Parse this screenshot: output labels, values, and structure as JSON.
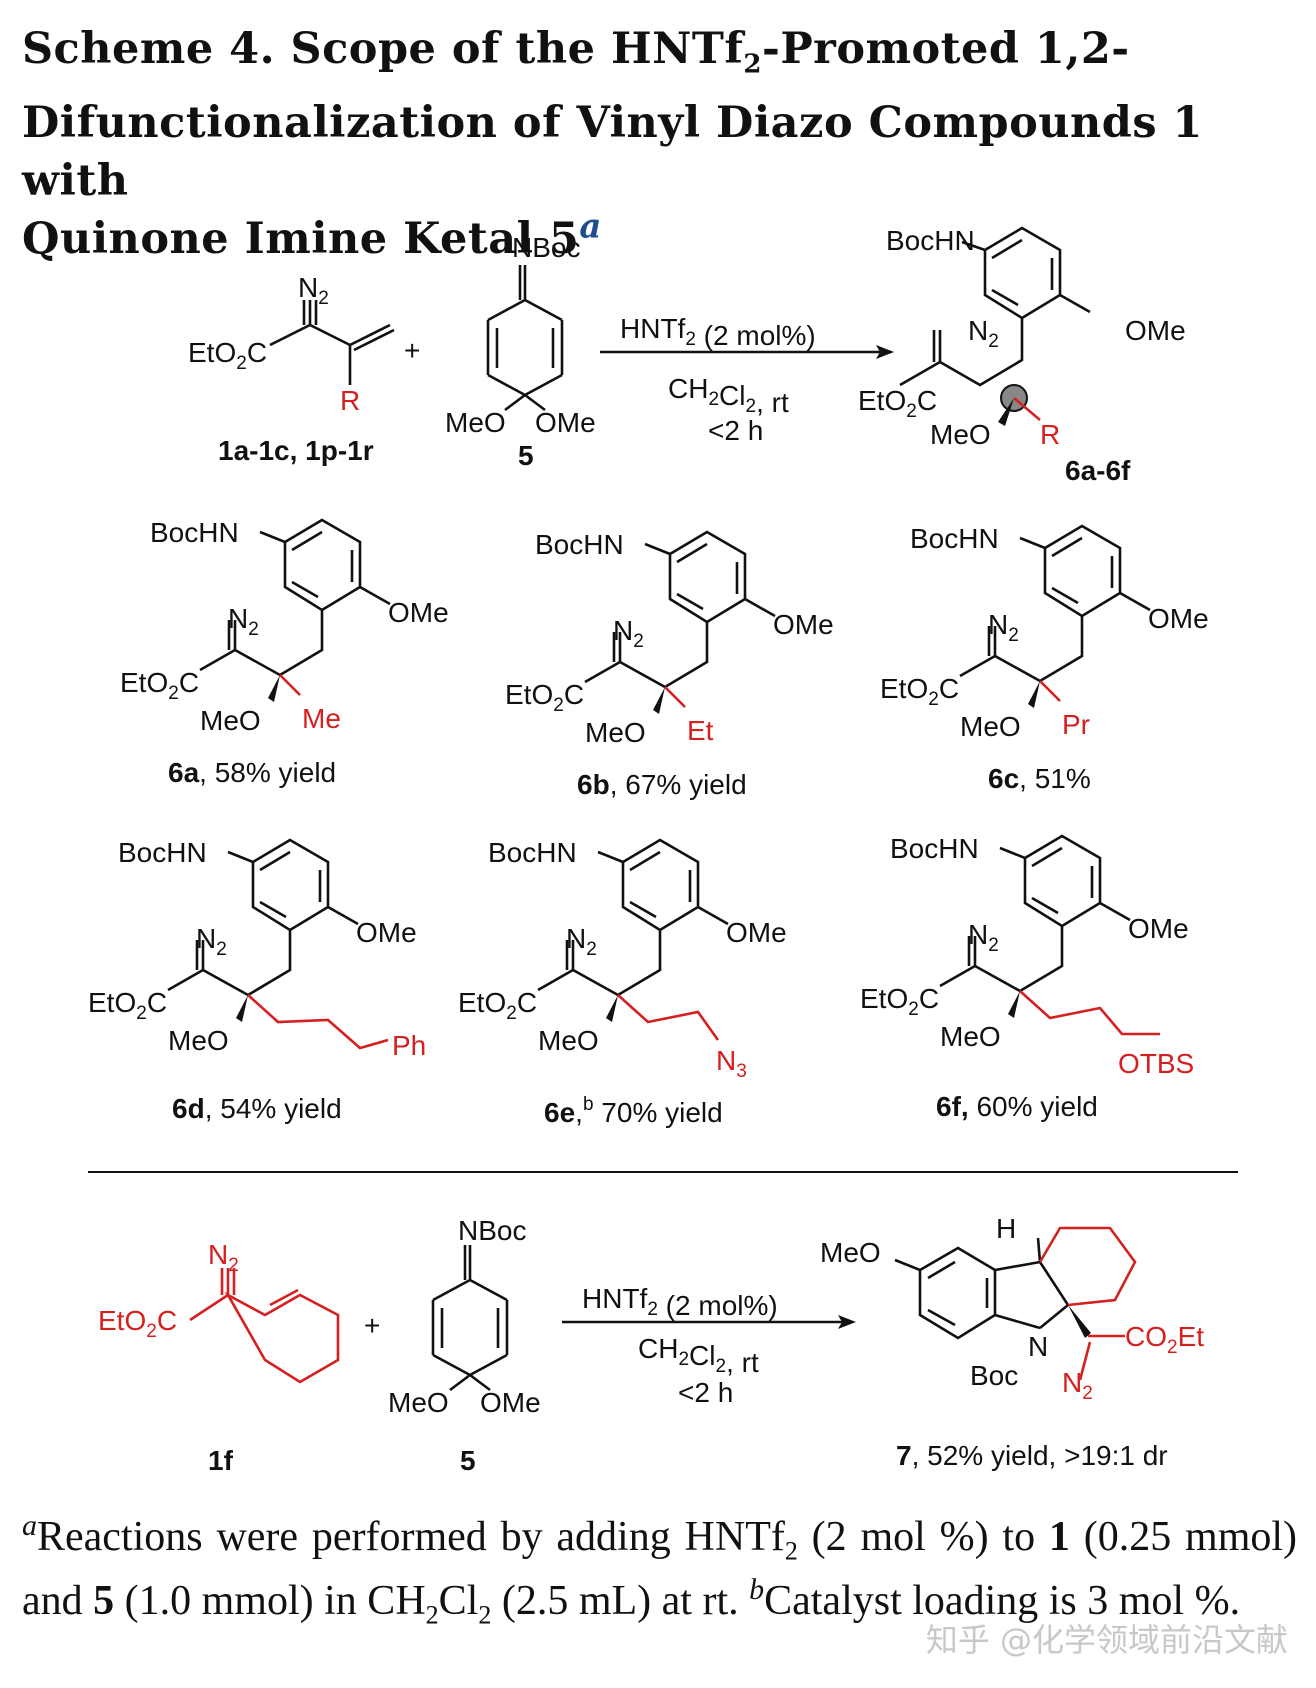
{
  "title": {
    "line1": "Scheme 4. Scope of the HNTf",
    "line1_sub": "2",
    "line1_rest": "-Promoted 1,2-",
    "line2": "Difunctionalization of Vinyl Diazo Compounds 1 with",
    "line3": "Quinone Imine Ketal 5",
    "footnote_mark": "a"
  },
  "scheme_top": {
    "reactant1_label": "1a-1c, 1p-1r",
    "reactant2_label": "5",
    "plus": "+",
    "conditions": [
      "HNTf2 (2 mol%)",
      "CH2Cl2, rt",
      "<2 h"
    ],
    "product_label": "6a-6f",
    "atoms": {
      "n2": "N2",
      "eto2c": "EtO2C",
      "r": "R",
      "nboc": "NBoc",
      "meo": "MeO",
      "ome": "OMe",
      "bochn": "BocHN"
    }
  },
  "products": [
    {
      "id": "6a",
      "rest": ", 58% yield",
      "r": "Me"
    },
    {
      "id": "6b",
      "rest": ", 67% yield",
      "r": "Et"
    },
    {
      "id": "6c",
      "rest": ", 51%",
      "r": "Pr"
    },
    {
      "id": "6d",
      "rest": ", 54% yield",
      "r": "Ph"
    },
    {
      "id": "6e",
      "sup": "b",
      "rest": " 70% yield",
      "r": "N3"
    },
    {
      "id": "6f,",
      "rest": " 60% yield",
      "r": "OTBS"
    }
  ],
  "scheme_bottom": {
    "reactant1_label": "1f",
    "reactant2_label": "5",
    "plus": "+",
    "conditions": [
      "HNTf2 (2 mol%)",
      "CH2Cl2, rt",
      "<2 h"
    ],
    "product_id": "7",
    "product_rest": ", 52% yield, >19:1 dr",
    "atoms": {
      "n2": "N2",
      "eto2c": "EtO2C",
      "nboc": "NBoc",
      "meo": "MeO",
      "ome": "OMe",
      "h": "H",
      "n": "N",
      "boc": "Boc",
      "co2et": "CO2Et"
    }
  },
  "footnote": {
    "mark_a": "a",
    "t1": "Reactions were performed by adding HNTf",
    "t1_sub": "2",
    "t2": " (2 mol %) to ",
    "b1": "1",
    "t3": " (0.25 mmol) and ",
    "b5": "5",
    "t4": " (1.0 mmol) in CH",
    "t4_sub1": "2",
    "t4b": "Cl",
    "t4_sub2": "2",
    "t5": " (2.5 mL) at rt. ",
    "mark_b": "b",
    "t6": "Catalyst loading is 3 mol %."
  },
  "watermark": "知乎 @化学领域前沿文献"
}
